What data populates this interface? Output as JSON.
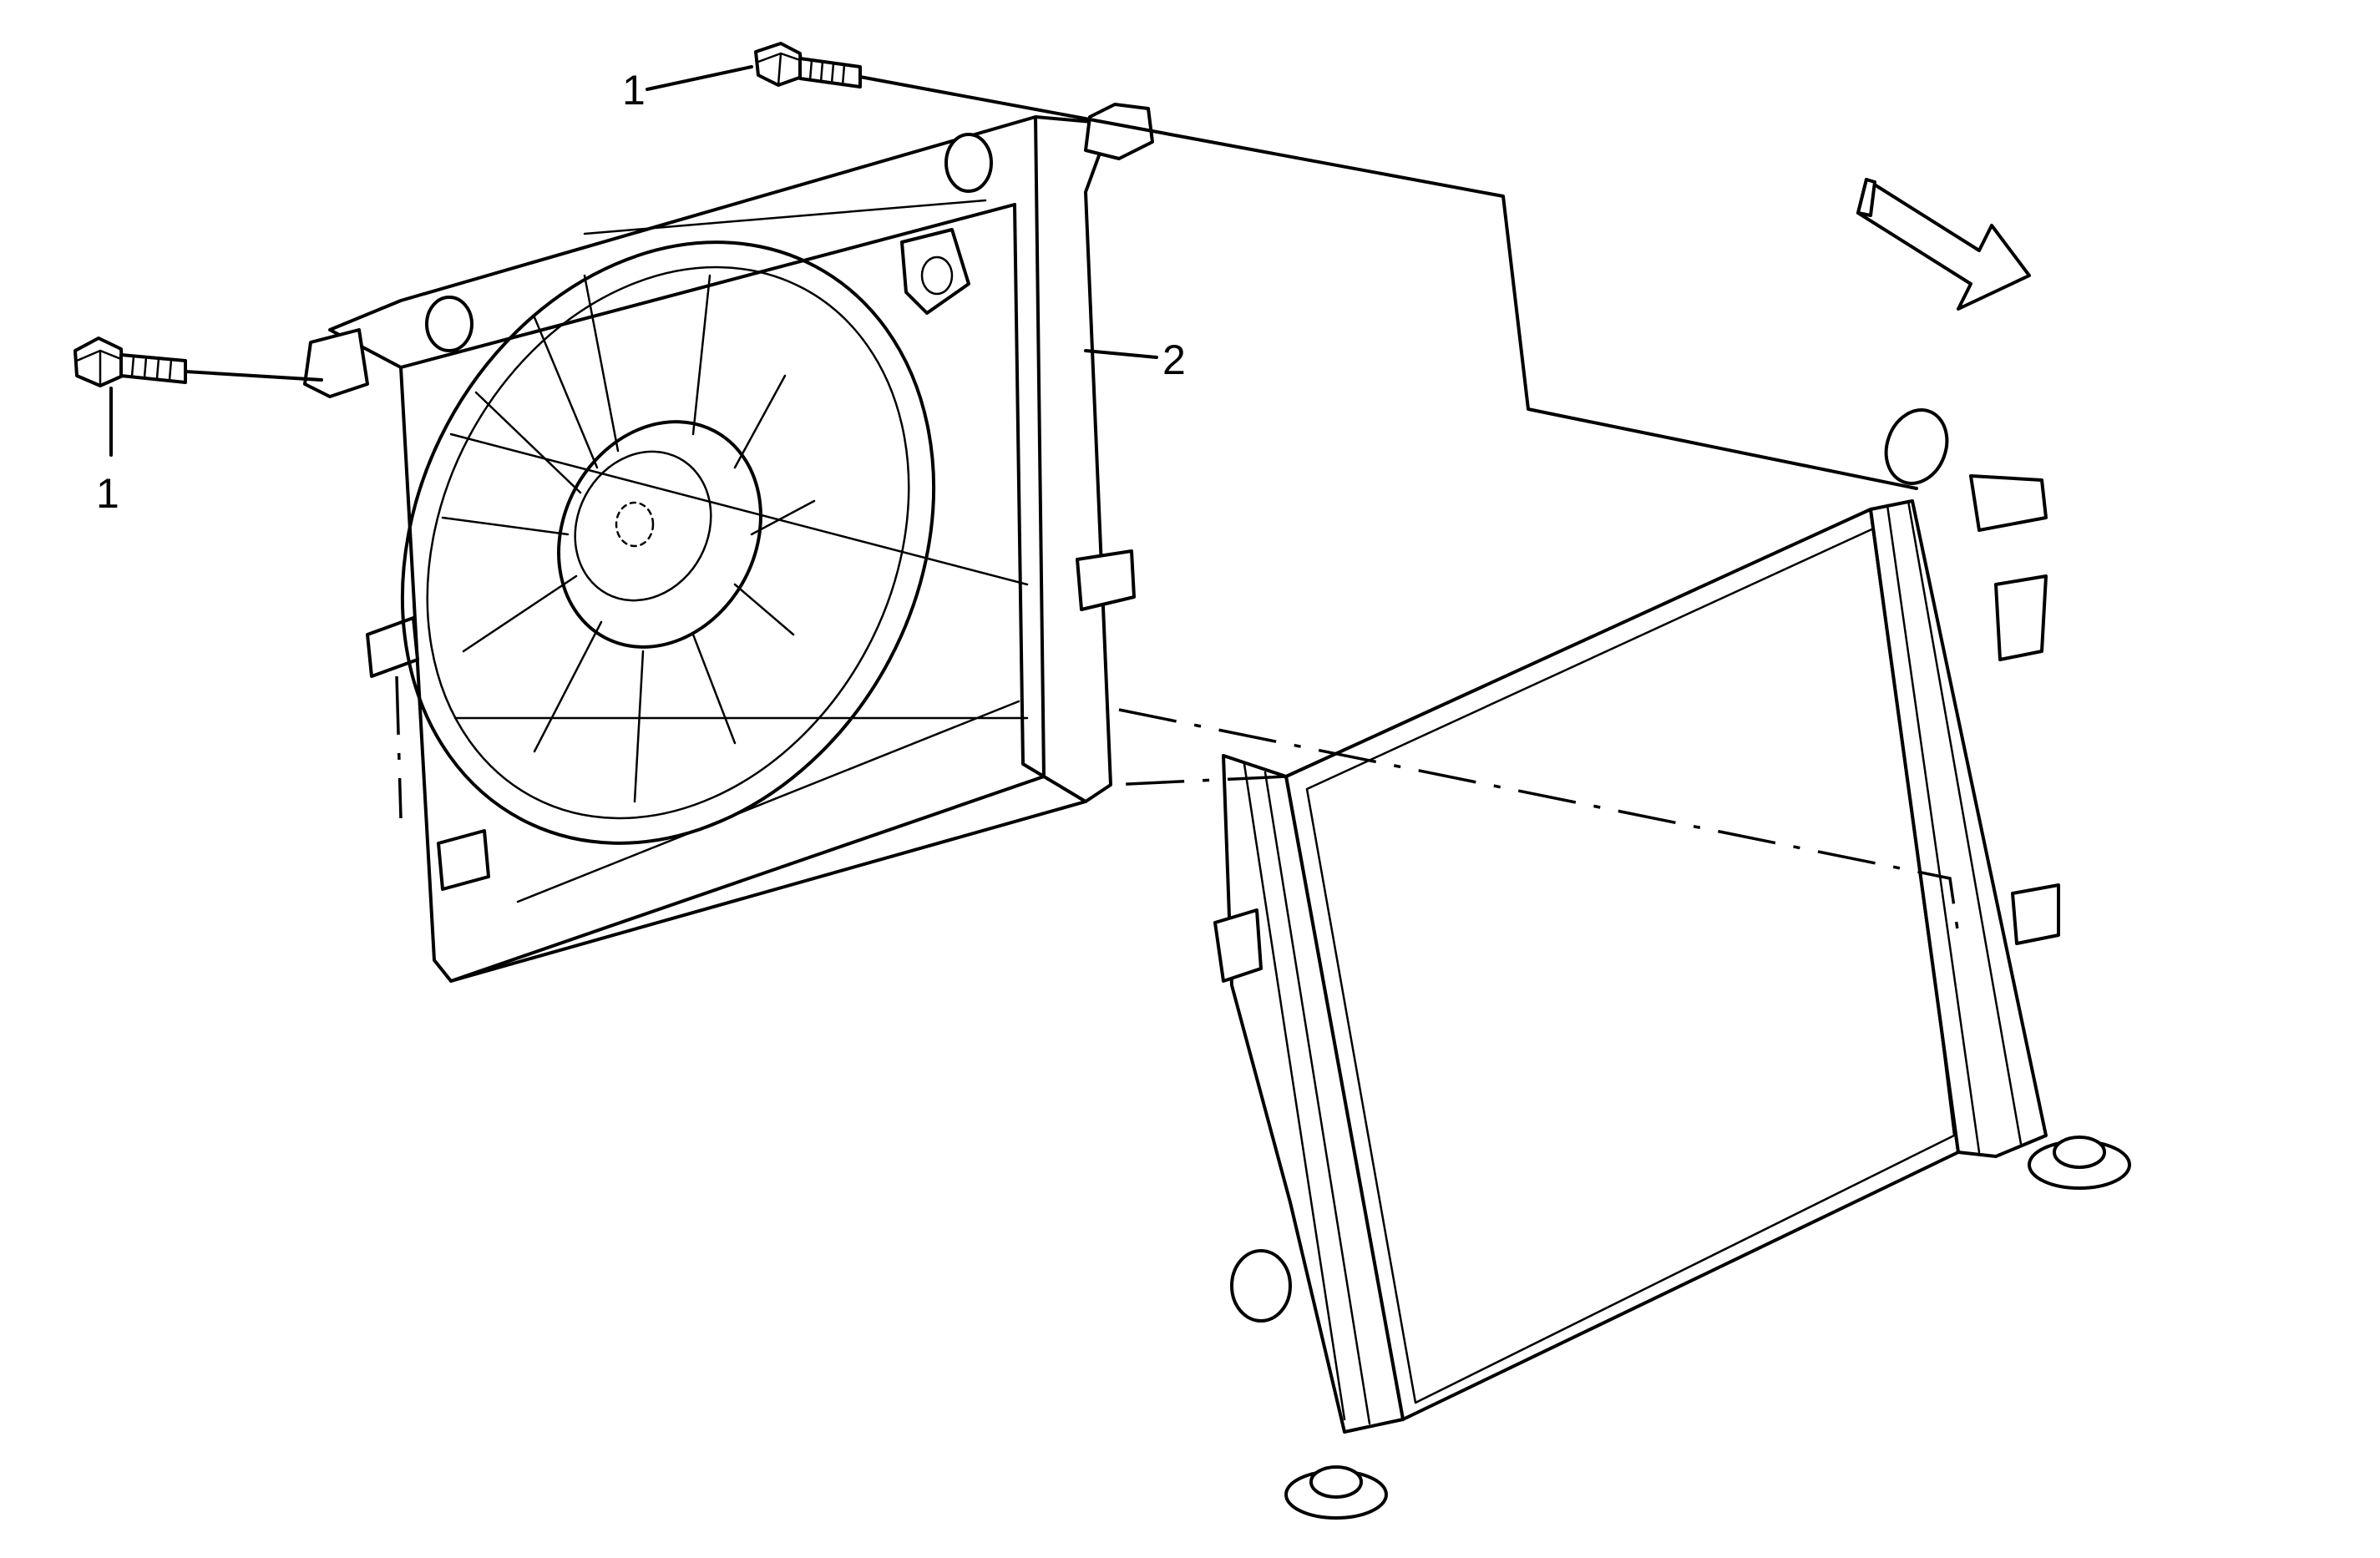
{
  "callouts": {
    "bolt_upper": "1",
    "bolt_left": "1",
    "fan_shroud": "2"
  },
  "icons": [
    "bolt-icon",
    "fan-shroud-icon",
    "radiator-icon",
    "direction-arrow-icon"
  ]
}
